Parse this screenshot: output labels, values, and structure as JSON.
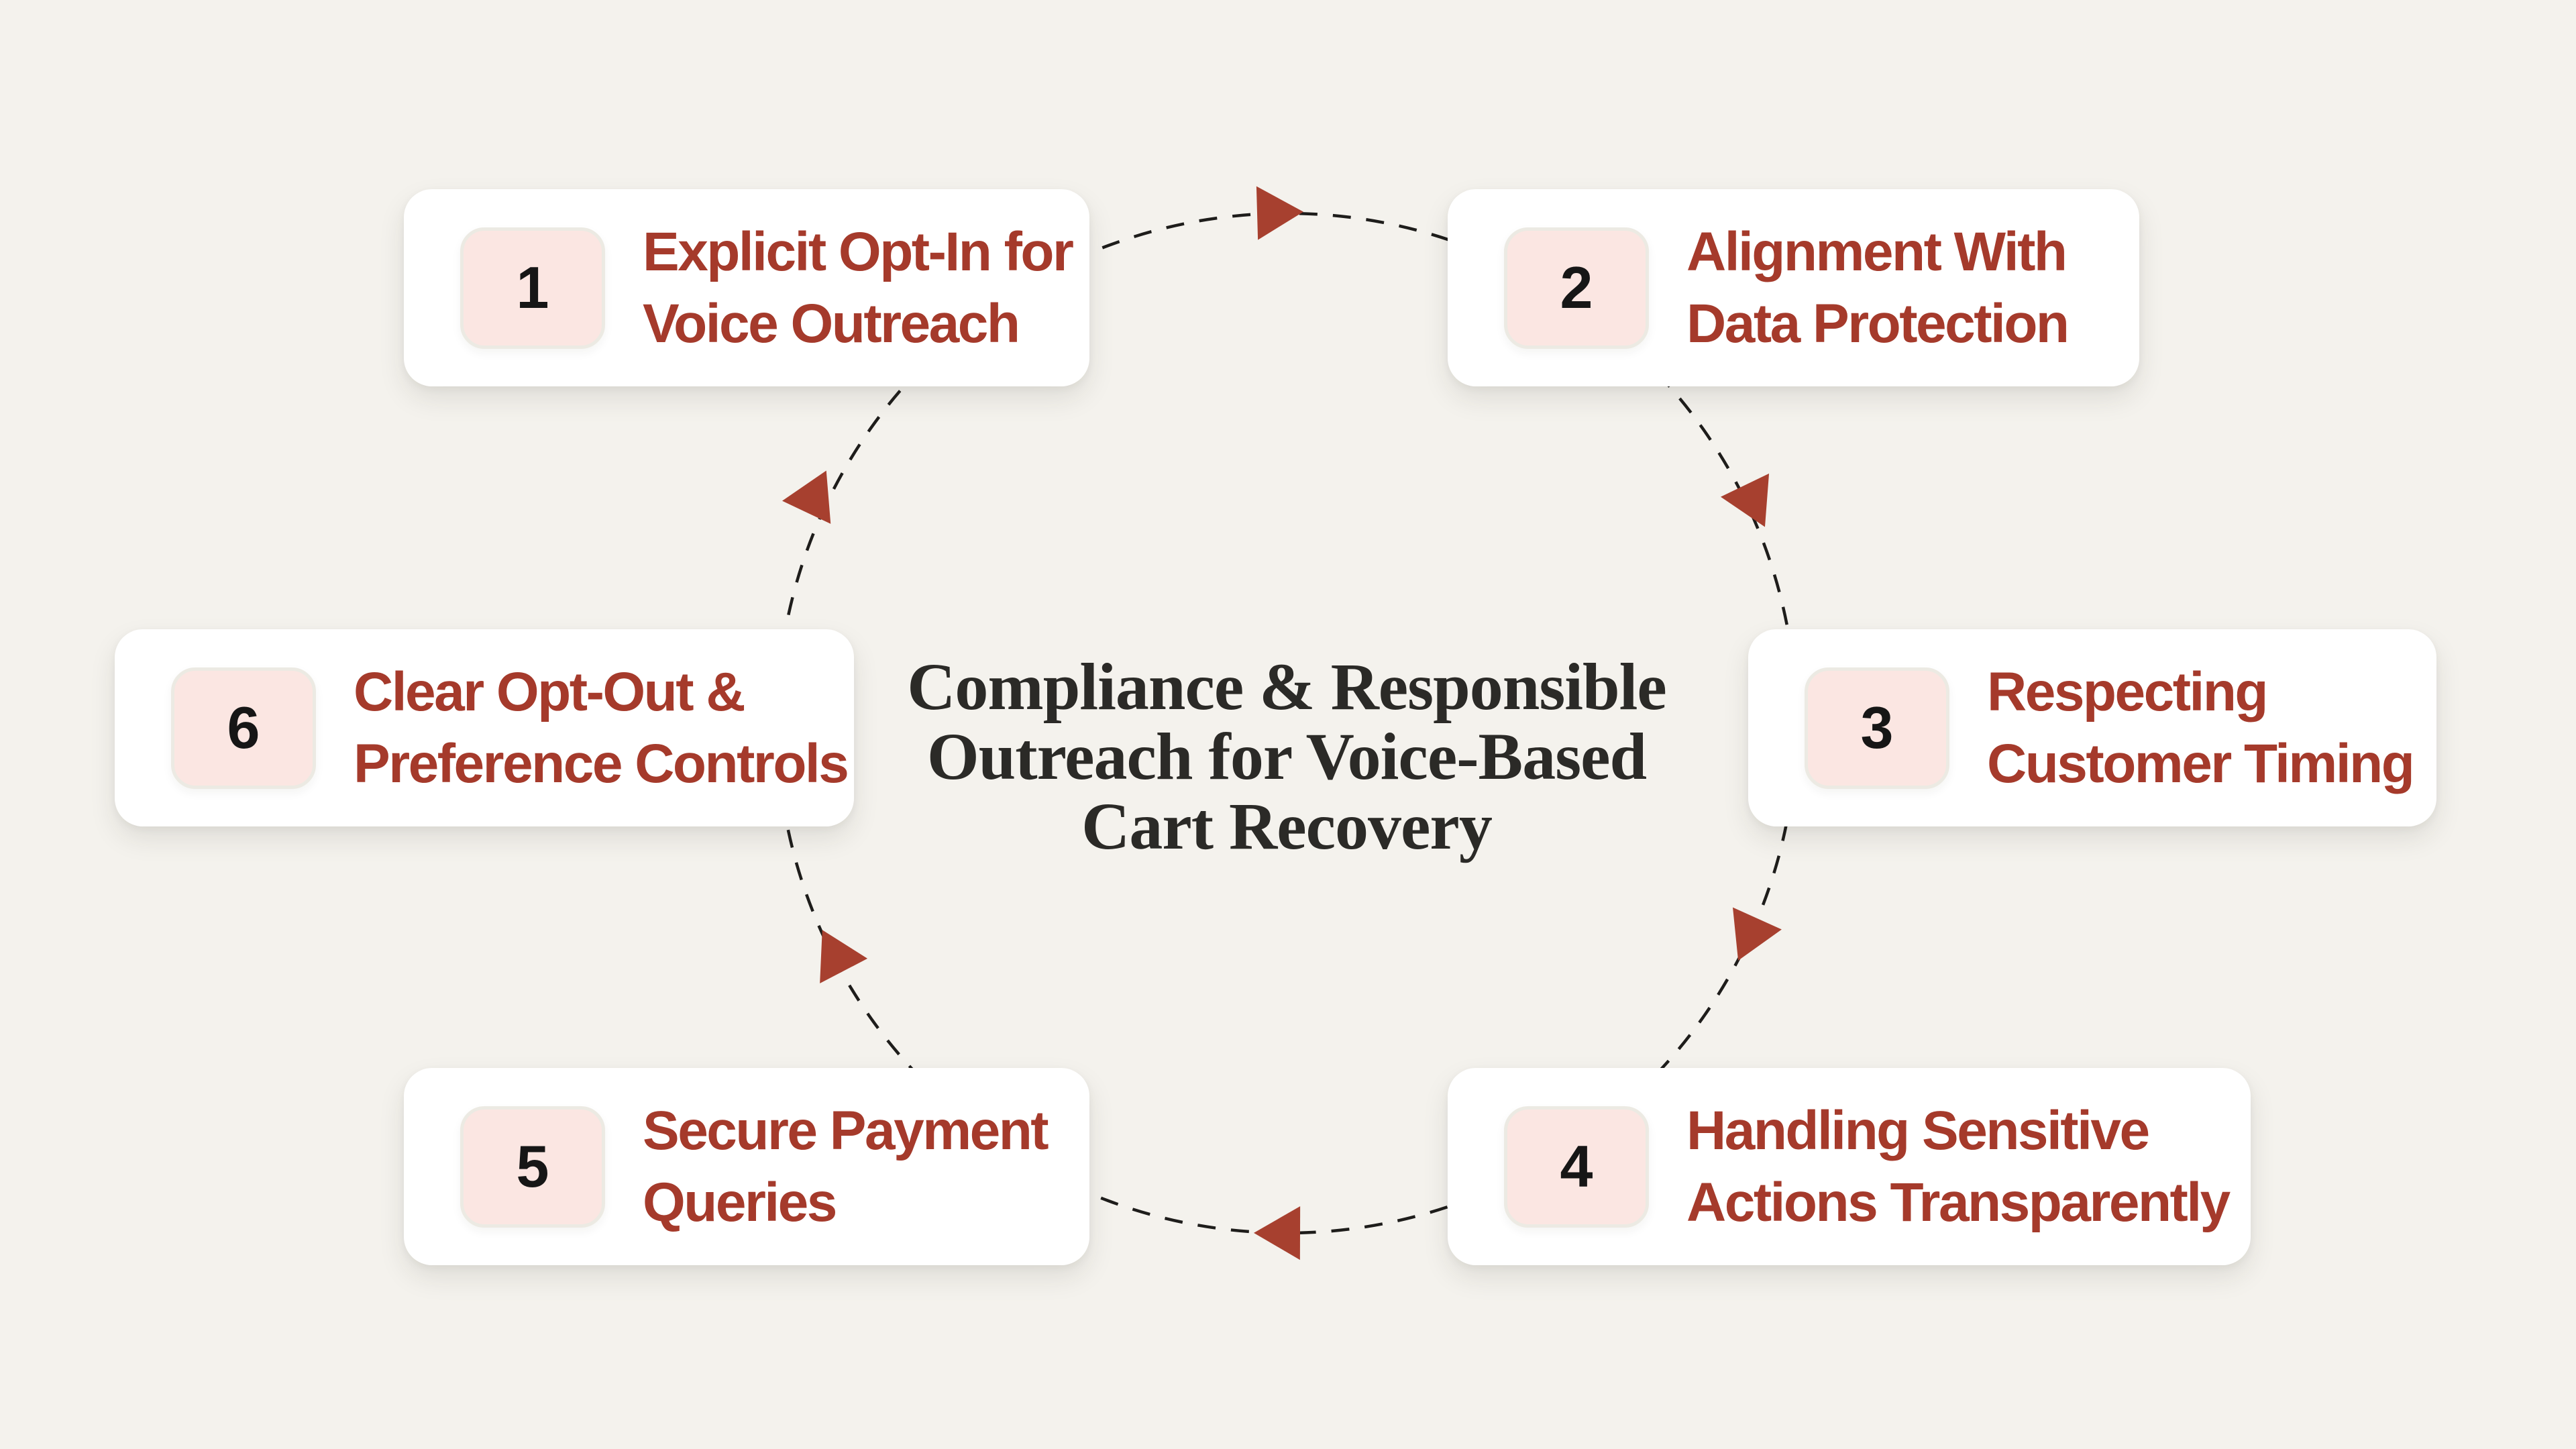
{
  "diagram": {
    "center_title": "Compliance & Responsible\nOutreach for Voice-Based\nCart Recovery",
    "steps": [
      {
        "number": "1",
        "label": "Explicit Opt-In for\nVoice Outreach"
      },
      {
        "number": "2",
        "label": "Alignment With\nData Protection"
      },
      {
        "number": "3",
        "label": "Respecting\nCustomer Timing"
      },
      {
        "number": "4",
        "label": "Handling Sensitive\nActions Transparently"
      },
      {
        "number": "5",
        "label": "Secure Payment\nQueries"
      },
      {
        "number": "6",
        "label": "Clear Opt-Out &\nPreference Controls"
      }
    ],
    "flow": {
      "direction": "clockwise",
      "arrow_count": 6,
      "arrow_icon": "triangle-arrowhead"
    },
    "colors": {
      "background": "#F4F2ED",
      "card_background": "#FFFFFF",
      "badge_background": "#FBE6E2",
      "badge_border": "#ECEAE3",
      "step_text_red": "#A53A2B",
      "arrow_red": "#A7402F",
      "dashed_line": "#1E1D1B",
      "center_title_text": "#2B2A27",
      "number_text": "#161616"
    }
  }
}
